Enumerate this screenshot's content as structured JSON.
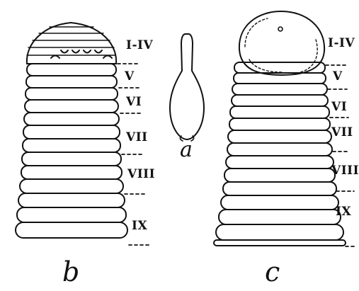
{
  "figure": {
    "panel_a": {
      "letter": "a"
    },
    "panel_b": {
      "letter": "b",
      "segment_labels": [
        "I-IV",
        "V",
        "VI",
        "VII",
        "VIII",
        "IX"
      ]
    },
    "panel_c": {
      "letter": "c",
      "segment_labels": [
        "I-IV",
        "V",
        "VI",
        "VII",
        "VIII",
        "IX"
      ]
    },
    "colors": {
      "ink": "#111111",
      "paper": "#ffffff"
    }
  }
}
